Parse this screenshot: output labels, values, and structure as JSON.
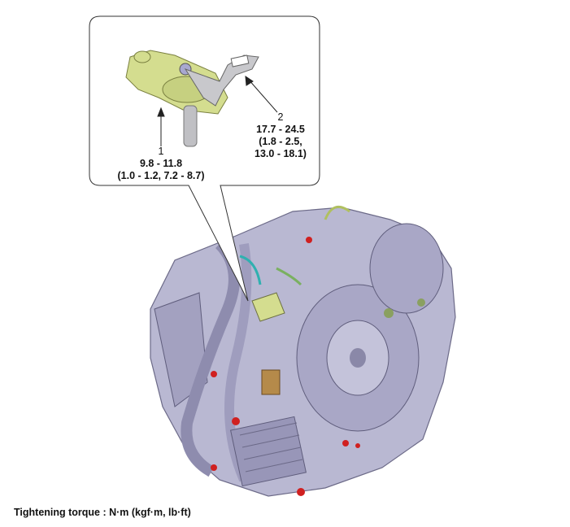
{
  "callouts": [
    {
      "number": "1",
      "torque_nm": "9.8 - 11.8",
      "torque_alt": "(1.0 - 1.2, 7.2 - 8.7)"
    },
    {
      "number": "2",
      "torque_nm": "17.7 - 24.5",
      "torque_alt_line1": "(1.8 - 2.5,",
      "torque_alt_line2": "13.0 - 18.1)"
    }
  ],
  "caption": "Tightening torque : N·m (kgf·m, lb·ft)",
  "colors": {
    "switch_body": "#d4dd8f",
    "engine": "#b9b8d2",
    "lever": "#c8c8cc",
    "accent_red": "#d02020",
    "hose_teal": "#30b0b0"
  }
}
